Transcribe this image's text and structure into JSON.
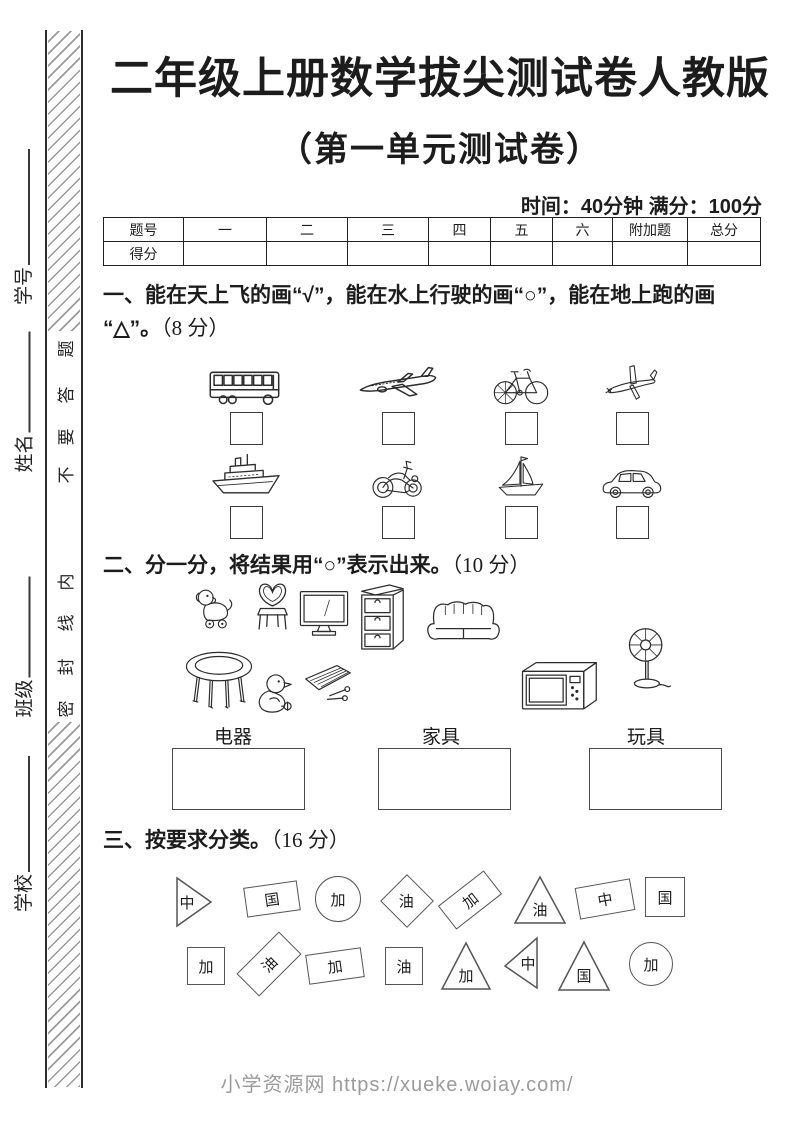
{
  "margin": {
    "fields": [
      {
        "label": "学号"
      },
      {
        "label": "姓名"
      },
      {
        "label": "班级"
      },
      {
        "label": "学校"
      }
    ],
    "seal_chars": [
      "题",
      "答",
      "要",
      "不",
      "内",
      "线",
      "封",
      "密"
    ]
  },
  "header": {
    "title": "二年级上册数学拔尖测试卷人教版",
    "subtitle": "（第一单元测试卷）",
    "time_info": "时间：40分钟 满分：100分"
  },
  "score_table": {
    "headers": [
      "题号",
      "一",
      "二",
      "三",
      "四",
      "五",
      "六",
      "附加题",
      "总分"
    ],
    "row_label": "得分"
  },
  "q1": {
    "line1": "一、能在天上飞的画“√”，能在水上行驶的画“○”，能在地上跑的画",
    "line2": "“△”。",
    "score": "（8 分）",
    "items": [
      "bus",
      "airliner",
      "bicycle",
      "small-plane",
      "ship",
      "motorcycle",
      "sailboat",
      "car"
    ]
  },
  "q2": {
    "text": "二、分一分，将结果用“○”表示出来。",
    "score": "（10 分）",
    "items": [
      "toy-dog",
      "chair",
      "television",
      "drawer-cabinet",
      "sofa",
      "electric-fan",
      "round-table",
      "toy-duck",
      "toy-xylophone",
      "microwave-oven"
    ],
    "categories": [
      "电器",
      "家具",
      "玩具"
    ]
  },
  "q3": {
    "text": "三、按要求分类。",
    "score": "（16 分）",
    "shapes": [
      {
        "shape": "triangle-right",
        "label": "中"
      },
      {
        "shape": "rectangle",
        "label": "国"
      },
      {
        "shape": "circle",
        "label": "加"
      },
      {
        "shape": "diamond",
        "label": "油"
      },
      {
        "shape": "rectangle-tilted",
        "label": "加"
      },
      {
        "shape": "triangle",
        "label": "油"
      },
      {
        "shape": "rectangle",
        "label": "中"
      },
      {
        "shape": "square",
        "label": "国"
      },
      {
        "shape": "square",
        "label": "加"
      },
      {
        "shape": "rectangle-tilted",
        "label": "油"
      },
      {
        "shape": "rectangle",
        "label": "加"
      },
      {
        "shape": "square",
        "label": "油"
      },
      {
        "shape": "triangle",
        "label": "加"
      },
      {
        "shape": "triangle-left",
        "label": "中"
      },
      {
        "shape": "triangle",
        "label": "国"
      },
      {
        "shape": "circle",
        "label": "加"
      }
    ]
  },
  "footer": {
    "site": "小学资源网 https://xueke.woiay.com/"
  }
}
